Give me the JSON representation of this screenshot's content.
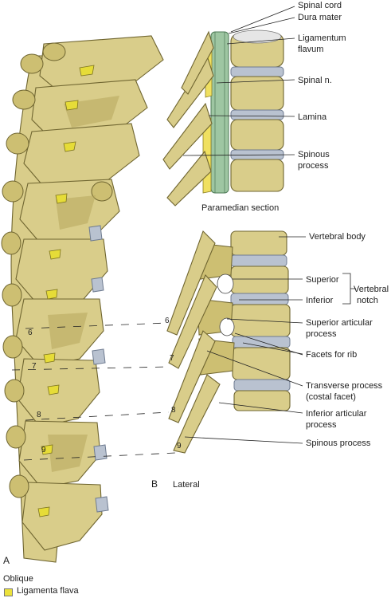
{
  "panels": {
    "a_letter": "A",
    "a_caption": "Oblique",
    "b_letter": "B",
    "b_caption": "Lateral",
    "paramedian_caption": "Paramedian section"
  },
  "legend": {
    "label": "Ligamenta flava",
    "color": "#ece23b"
  },
  "top_labels": [
    "Spinal cord",
    "Dura mater",
    "Ligamentum",
    "flavum",
    "Spinal n.",
    "Lamina",
    "Spinous",
    "process"
  ],
  "lateral_labels": [
    "Vertebral body",
    "Superior",
    "Inferior",
    "Vertebral",
    "notch",
    "Superior articular",
    "process",
    "Facets for rib",
    "Transverse process",
    "(costal facet)",
    "Inferior articular",
    "process",
    "Spinous process"
  ],
  "vertebra_numbers": {
    "oblique": [
      "6",
      "7",
      "8",
      "9"
    ],
    "lateral": [
      "6",
      "7",
      "8",
      "9"
    ]
  },
  "colors": {
    "bone": "#d9cd8a",
    "disc": "#b9c2d0",
    "ligament": "#e6dc38",
    "spinal_cord": "#9ec6a2"
  }
}
